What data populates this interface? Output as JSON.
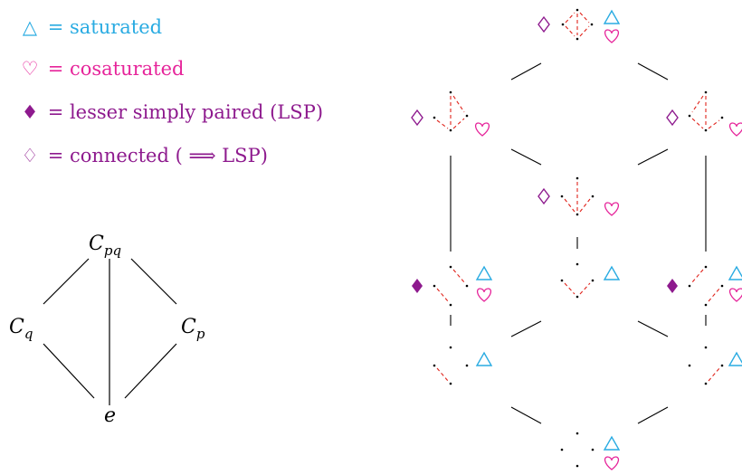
{
  "legend": [
    {
      "symbol": "△",
      "text": "= saturated",
      "color": "#29abe2"
    },
    {
      "symbol": "♡",
      "text": "= cosaturated",
      "color": "#e6249a"
    },
    {
      "symbol": "♦",
      "text": "= lesser simply paired (LSP)",
      "color": "#8e1a8e"
    },
    {
      "symbol": "♢",
      "text": "= connected ( ⟹  LSP)",
      "color": "#8e1a8e"
    }
  ],
  "small_diagram": {
    "top": "C",
    "top_sub": "pq",
    "left": "C",
    "left_sub": "q",
    "right": "C",
    "right_sub": "p",
    "bottom": "e"
  },
  "colors": {
    "saturated": "#29abe2",
    "cosaturated": "#e6249a",
    "lsp": "#8e1a8e",
    "edge_red": "#e0231b",
    "line": "#000000"
  }
}
